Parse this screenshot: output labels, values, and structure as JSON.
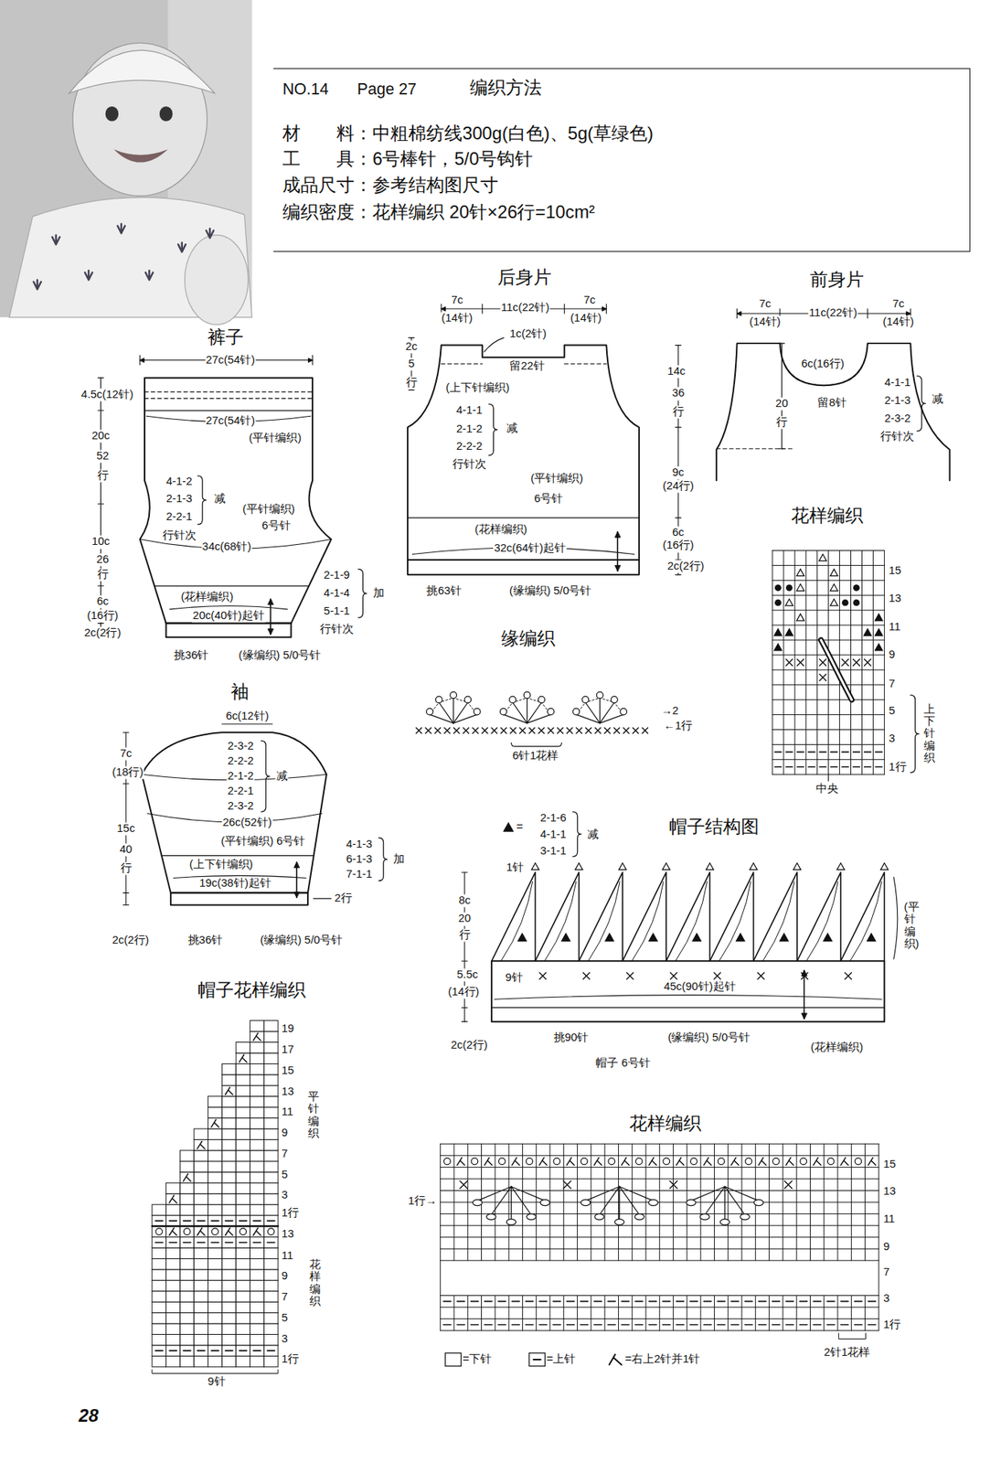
{
  "diagram": {
    "title": "编织方法",
    "nodes": [
      {
        "text": [
          "NO.14",
          "Page 27",
          "材　　料：中粗棉纺线300g(白色)、5g(草绿色)",
          "工　　具：6号棒针，5/0号钩针",
          "成品尺寸：参考结构图尺寸",
          "编织密度：花样编织 20针×26行=10cm²"
        ]
      }
    ],
    "labels": [
      "裤子",
      "27c(54针)",
      "4.5c(12针)",
      "20c",
      "52",
      "行",
      "27c(54针)",
      "(平针编织)",
      "4-1-2",
      "2-1-3",
      "2-2-1",
      "减",
      "行针次",
      "(平针编织)",
      "6号针",
      "34c(68针)",
      "10c",
      "26",
      "行",
      "6c",
      "(16行)",
      "2c(2行)",
      "(花样编织)",
      "20c(40针)起针",
      "2-1-9",
      "4-1-4",
      "5-1-1",
      "加",
      "行针次",
      "挑36针",
      "(缘编织) 5/0号针",
      "袖",
      "6c(12针)",
      "2-3-2",
      "2-2-2",
      "2-1-2",
      "2-2-1",
      "2-3-2",
      "减",
      "7c",
      "(18行)",
      "15c",
      "40",
      "行",
      "26c(52针)",
      "(平针编织) 6号针",
      "(上下针编织)",
      "19c(38针)起针",
      "4-1-3",
      "6-1-3",
      "7-1-1",
      "加",
      "2行",
      "2c(2行)",
      "挑36针",
      "(缘编织) 5/0号针",
      "后身片",
      "7c",
      "(14针)",
      "11c(22针)",
      "7c",
      "(14针)",
      "1c(2针)",
      "留22针",
      "2c",
      "5",
      "行",
      "(上下针编织)",
      "4-1-1",
      "2-1-2",
      "2-2-2",
      "减",
      "行针次",
      "14c",
      "36",
      "行",
      "9c",
      "(24行)",
      "(平针编织)",
      "6号针",
      "(花样编织)",
      "32c(64针)起针",
      "6c",
      "(16行)",
      "2c(2行)",
      "挑63针",
      "(缘编织) 5/0号针",
      "前身片",
      "7c",
      "(14针)",
      "11c(22针)",
      "7c",
      "(14针)",
      "6c(16行)",
      "留8针",
      "4-1-1",
      "2-1-3",
      "2-3-2",
      "减",
      "行针次",
      "20",
      "行",
      "花样编织",
      "15",
      "13",
      "11",
      "9",
      "7",
      "5",
      "3",
      "1行",
      "上下针编织",
      "中央",
      "缘编织",
      "→2",
      "←1行",
      "6针1花样",
      "=",
      "2-1-6",
      "4-1-1",
      "3-1-1",
      "减",
      "帽子结构图",
      "1针",
      "8c",
      "20",
      "行",
      "(平针编织)",
      "5.5c",
      "(14行)",
      "9针",
      "45c(90针)起针",
      "2c(2行)",
      "挑90针",
      "(缘编织) 5/0号针",
      "(花样编织)",
      "帽子 6号针",
      "帽子花样编织",
      "19",
      "17",
      "15",
      "13",
      "11",
      "9",
      "7",
      "5",
      "3",
      "1行",
      "13",
      "11",
      "9",
      "7",
      "5",
      "3",
      "1行",
      "平针编织",
      "花样编织",
      "9针",
      "花样编织",
      "15",
      "13",
      "11",
      "9",
      "7",
      "3",
      "1行",
      "1行→",
      "2针1花样",
      "28"
    ],
    "legend": [
      {
        "text": "=下针"
      },
      {
        "text": "=上针"
      },
      {
        "text": "=右上2针并1针"
      }
    ]
  }
}
